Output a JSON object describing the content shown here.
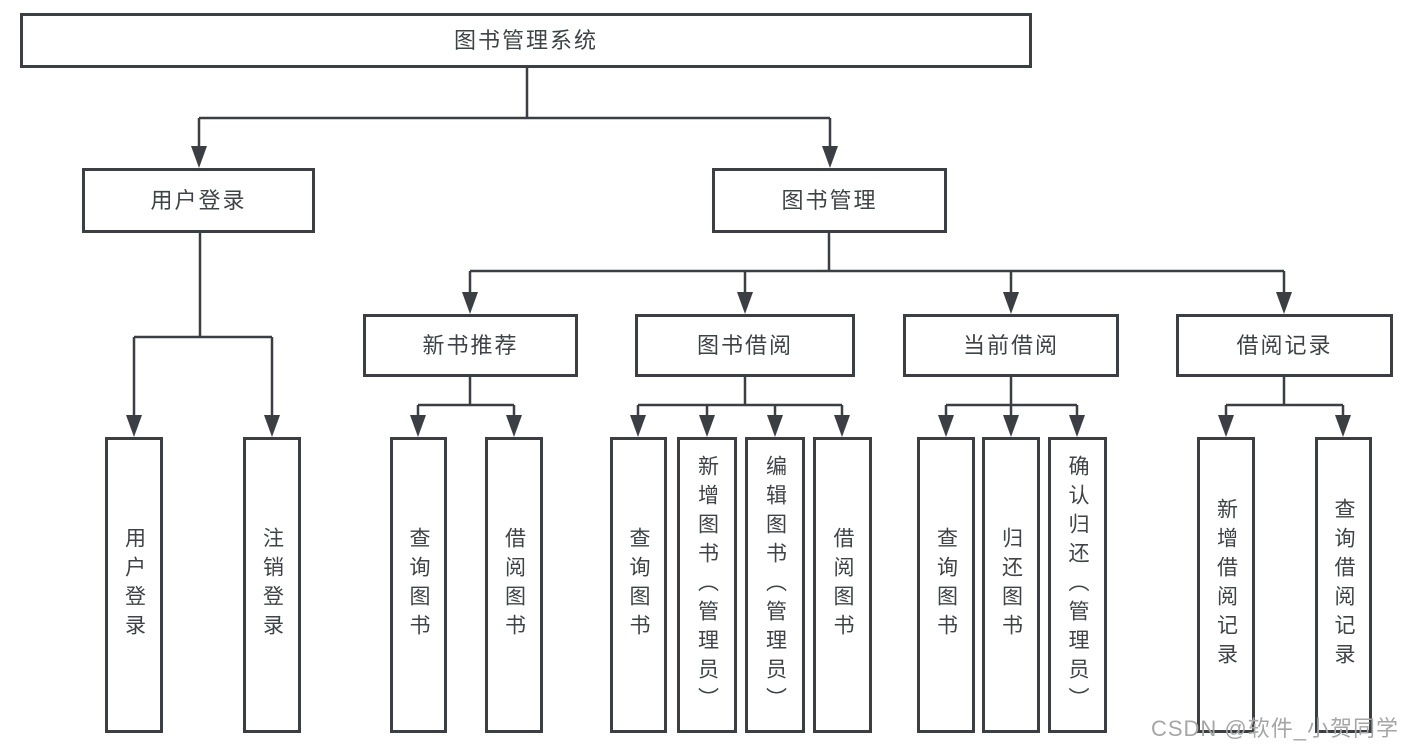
{
  "diagram": {
    "title": "图书管理系统",
    "root": {
      "label": "图书管理系统"
    },
    "level2": [
      {
        "label": "用户登录"
      },
      {
        "label": "图书管理"
      }
    ],
    "level3": [
      {
        "label": "新书推荐"
      },
      {
        "label": "图书借阅"
      },
      {
        "label": "当前借阅"
      },
      {
        "label": "借阅记录"
      }
    ],
    "leaves": {
      "user_login": [
        {
          "label": "用户登录"
        },
        {
          "label": "注销登录"
        }
      ],
      "new_books": [
        {
          "label": "查询图书"
        },
        {
          "label": "借阅图书"
        }
      ],
      "book_borrow": [
        {
          "label": "查询图书"
        },
        {
          "label": "新增图书（管理员）"
        },
        {
          "label": "编辑图书（管理员）"
        },
        {
          "label": "借阅图书"
        }
      ],
      "current_borrow": [
        {
          "label": "查询图书"
        },
        {
          "label": "归还图书"
        },
        {
          "label": "确认归还（管理员）"
        }
      ],
      "borrow_records": [
        {
          "label": "新增借阅记录"
        },
        {
          "label": "查询借阅记录"
        }
      ]
    },
    "watermark": "CSDN @软件_小贺同学",
    "colors": {
      "line": "#3b3e42",
      "text": "#3f4347",
      "watermark": "#a6a6a6",
      "background": "#ffffff"
    }
  }
}
